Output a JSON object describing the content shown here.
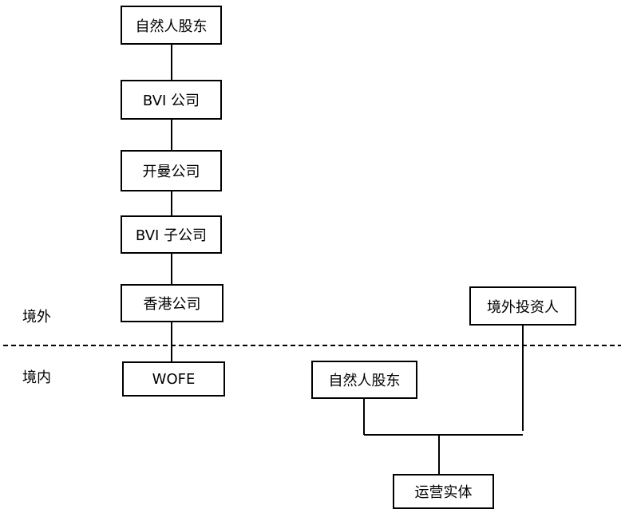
{
  "left_chain": {
    "boxes": [
      {
        "key": "natural_person_shareholder",
        "label": "自然人股东"
      },
      {
        "key": "bvi_company",
        "label": "BVI 公司"
      },
      {
        "key": "cayman_company",
        "label": "开曼公司"
      },
      {
        "key": "bvi_subsidiary",
        "label": "BVI 子公司"
      },
      {
        "key": "hong_kong_company",
        "label": "香港公司"
      },
      {
        "key": "wofe",
        "label": "WOFE"
      }
    ]
  },
  "right_structure": {
    "domestic_shareholder": "自然人股东",
    "overseas_investor": "境外投资人",
    "operating_entity": "运营实体"
  },
  "regions": {
    "overseas": "境外",
    "domestic": "境内"
  }
}
